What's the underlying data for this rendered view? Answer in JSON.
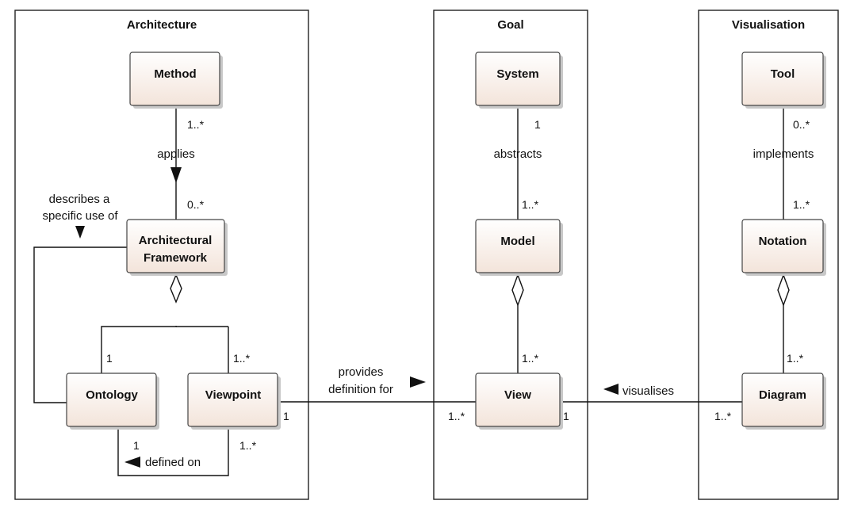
{
  "packages": {
    "architecture": "Architecture",
    "goal": "Goal",
    "visualisation": "Visualisation"
  },
  "classes": {
    "method": "Method",
    "architectural_framework": [
      "Architectural",
      "Framework"
    ],
    "ontology": "Ontology",
    "viewpoint": "Viewpoint",
    "system": "System",
    "model": "Model",
    "view": "View",
    "tool": "Tool",
    "notation": "Notation",
    "diagram": "Diagram"
  },
  "associations": {
    "applies": "applies",
    "describes": [
      "describes a",
      "specific use of"
    ],
    "defined_on": "defined on",
    "provides": [
      "provides",
      "definition for"
    ],
    "abstracts": "abstracts",
    "implements": "implements",
    "visualises": "visualises"
  },
  "multiplicities": {
    "method_applies": "1..*",
    "framework_applies": "0..*",
    "ontology_agg": "1",
    "viewpoint_agg": "1..*",
    "ontology_defined": "1",
    "viewpoint_defined": "1..*",
    "viewpoint_provides": "1",
    "view_provides": "1..*",
    "system_abstracts": "1",
    "model_abstracts": "1..*",
    "view_agg": "1..*",
    "view_visualises": "1",
    "tool_implements": "0..*",
    "notation_implements": "1..*",
    "diagram_agg": "1..*",
    "diagram_visualises": "1..*"
  },
  "colors": {
    "class_fill_top": "#ffffff",
    "class_fill_bottom": "#f3e4da",
    "shadow": "#c8c8c8"
  }
}
